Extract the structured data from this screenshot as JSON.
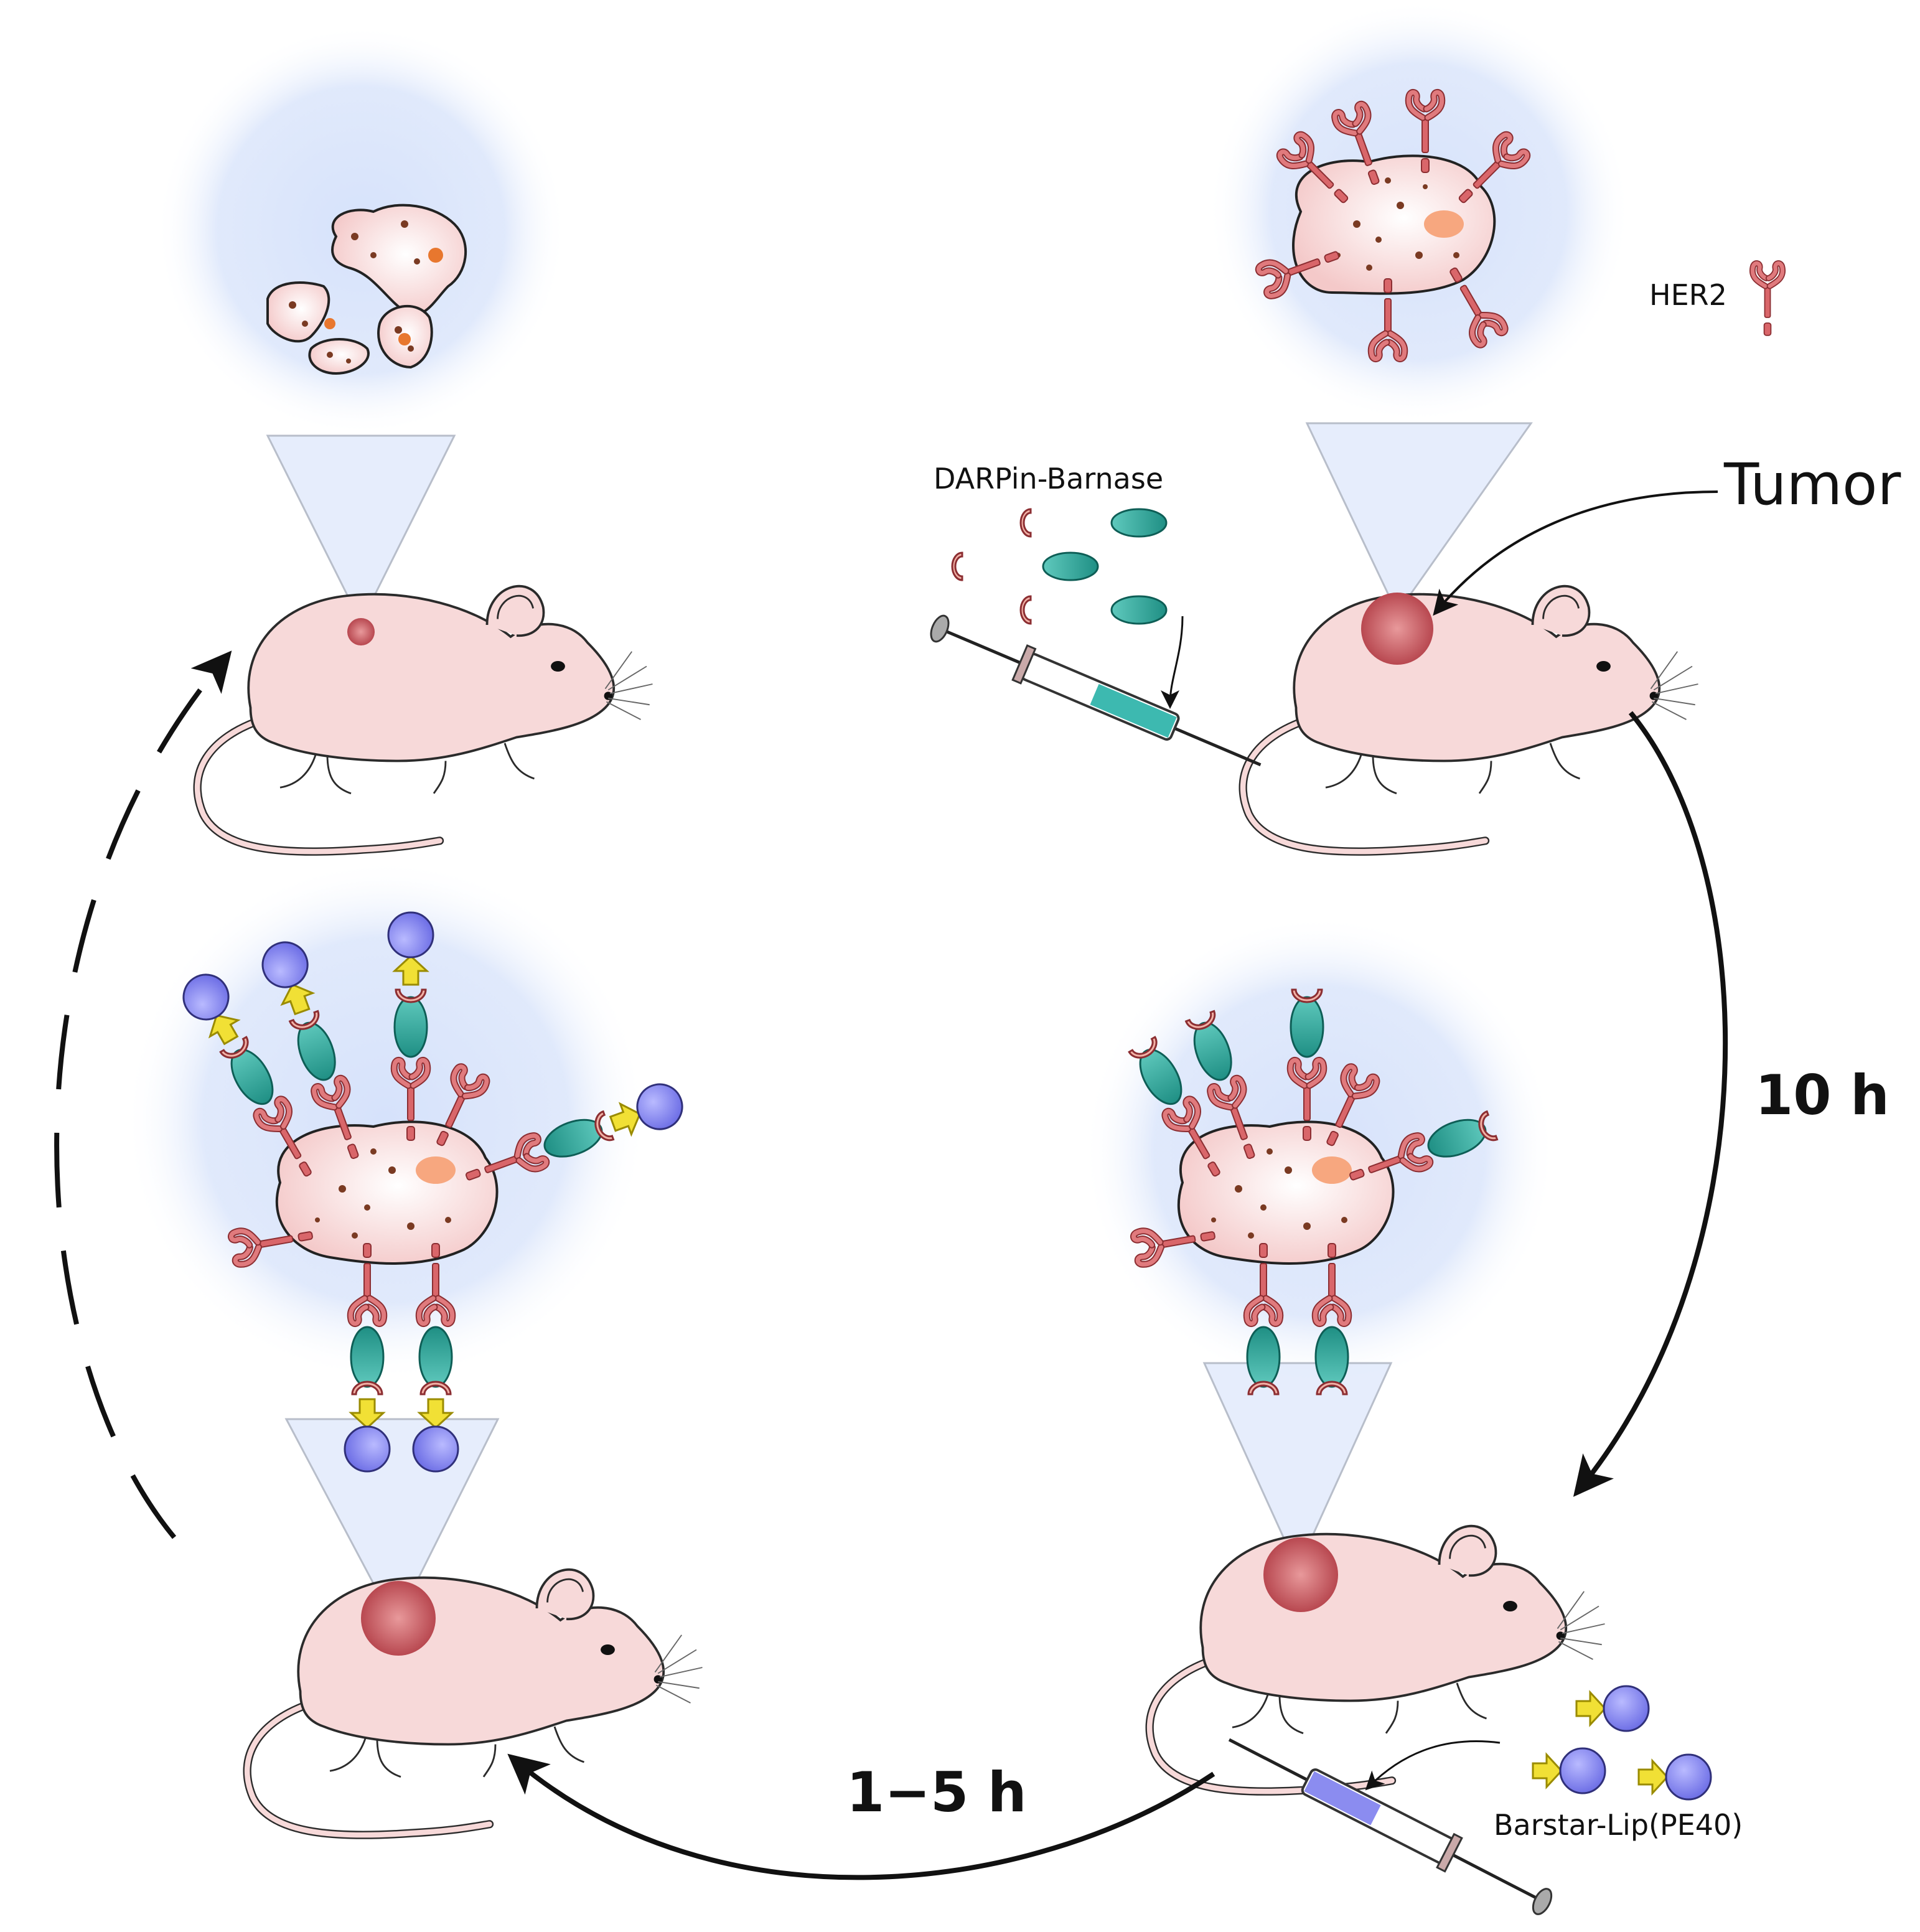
{
  "labels": {
    "her2": "HER2",
    "darpin_barnase": "DARPin-Barnase",
    "tumor": "Tumor",
    "time_10h": "10 h",
    "time_1_5h": "1−5 h",
    "barstar_lip": "Barstar-Lip(PE40)"
  },
  "icons": [
    "mouse-icon",
    "syringe-icon",
    "her2-receptor-icon",
    "tumor-cell-icon",
    "darpin-barnase-icon",
    "barstar-lip-icon"
  ],
  "colors": {
    "mouse_skin": "#f7d9d9",
    "tumor": "#c8555a",
    "her2": "#d9666a",
    "darpin": "#2fa89c",
    "barnase": "#f2b1a6",
    "barstar": "#f1e035",
    "lip_pe40": "#8b8cf0",
    "zoom_glow": "#d6e2fb"
  }
}
